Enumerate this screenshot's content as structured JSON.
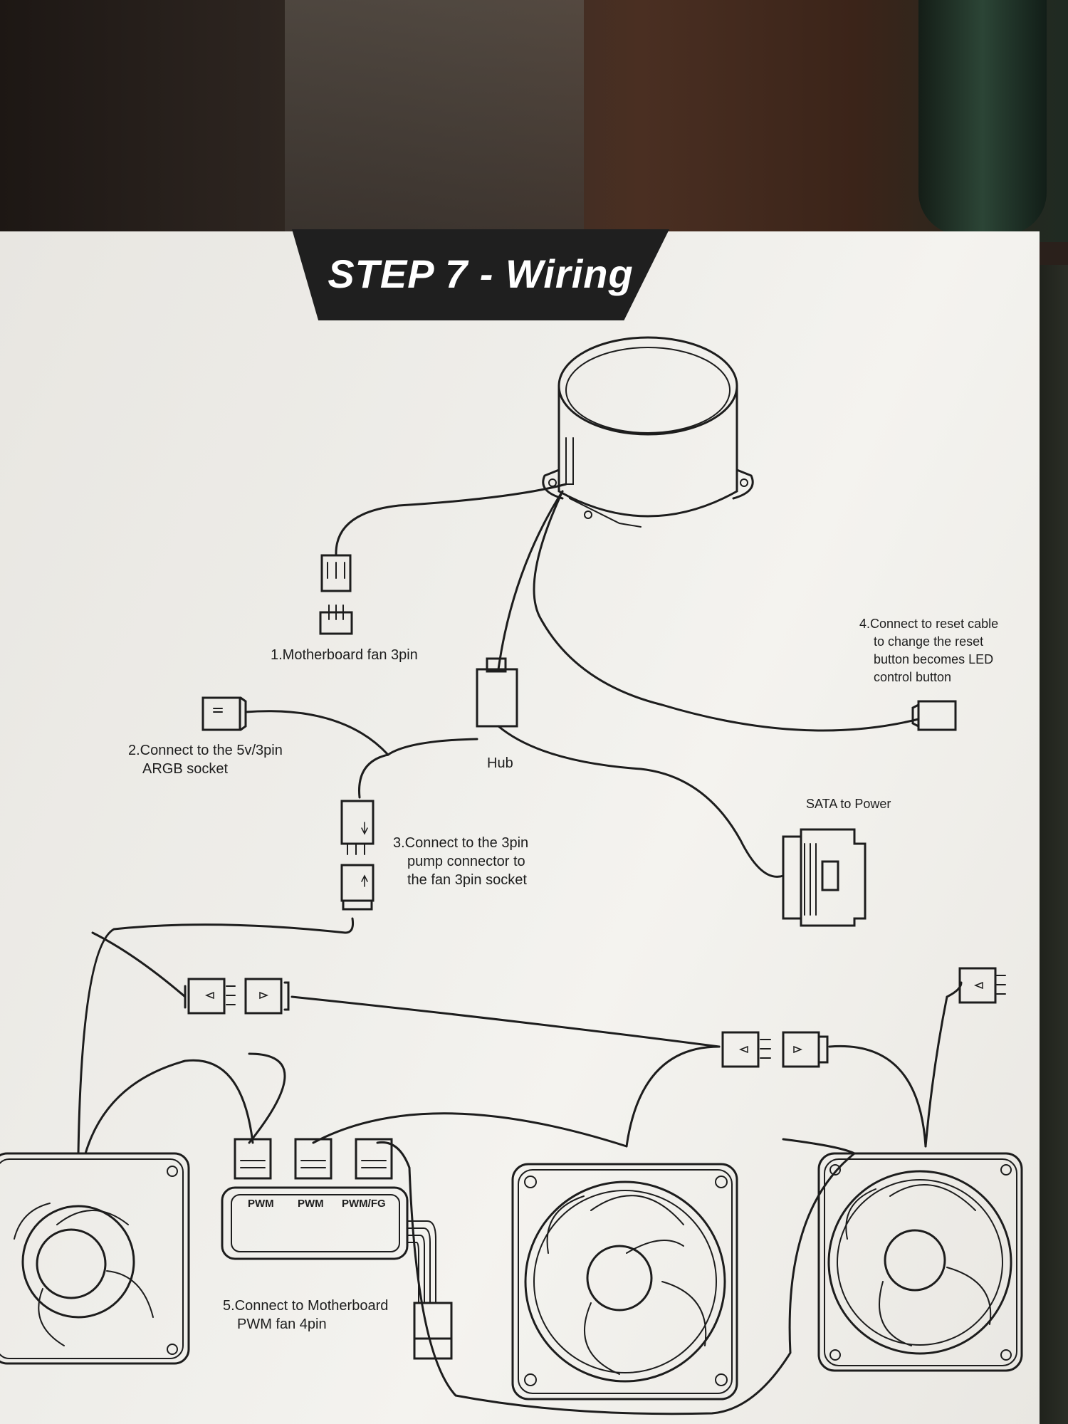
{
  "title": "STEP 7 - Wiring",
  "labels": {
    "motherboard_fan_3pin": "1.Motherboard fan 3pin",
    "argb_line1": "2.Connect to the 5v/3pin",
    "argb_line2": "ARGB socket",
    "hub": "Hub",
    "pump_line1": "3.Connect to the 3pin",
    "pump_line2": "pump connector to",
    "pump_line3": "the fan 3pin socket",
    "reset_line1": "4.Connect to reset cable",
    "reset_line2": "to change the reset",
    "reset_line3": "button becomes LED",
    "reset_line4": "control button",
    "sata": "SATA to Power",
    "pwm_line1": "5.Connect to Motherboard",
    "pwm_line2": "PWM fan 4pin",
    "pwm_1": "PWM",
    "pwm_2": "PWM",
    "pwm_fg": "PWM/FG"
  },
  "colors": {
    "line": "#1d1d1d",
    "banner": "#1f1f1f",
    "paper": "#efeeea"
  }
}
